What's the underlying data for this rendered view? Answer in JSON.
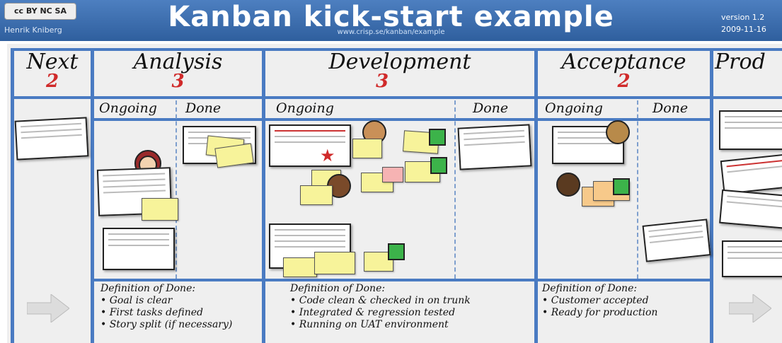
{
  "header": {
    "license_badge": "cc BY NC SA",
    "author": "Henrik Kniberg",
    "title": "Kanban kick-start  example",
    "url": "www.crisp.se/kanban/example",
    "version": "version 1.2",
    "date": "2009-11-16"
  },
  "columns": {
    "next": {
      "title": "Next",
      "limit": "2"
    },
    "analysis": {
      "title": "Analysis",
      "limit": "3",
      "ongoing": "Ongoing",
      "done": "Done"
    },
    "development": {
      "title": "Development",
      "limit": "3",
      "ongoing": "Ongoing",
      "done": "Done"
    },
    "acceptance": {
      "title": "Acceptance",
      "limit": "2",
      "ongoing": "Ongoing",
      "done": "Done"
    },
    "production": {
      "title": "Prod"
    }
  },
  "dod": {
    "analysis": {
      "heading": "Definition of Done:",
      "items": [
        "• Goal is clear",
        "• First tasks defined",
        "• Story split (if necessary)"
      ]
    },
    "development": {
      "heading": "Definition of Done:",
      "items": [
        "• Code clean & checked in on trunk",
        "• Integrated & regression tested",
        "• Running on UAT environment"
      ]
    },
    "acceptance": {
      "heading": "Definition of Done:",
      "items": [
        "• Customer accepted",
        "• Ready for production"
      ]
    }
  },
  "colors": {
    "header": "#2f5f9e",
    "lines": "#4a7bc2",
    "limit": "#d02a2a",
    "sticky": "#f7f39a",
    "task_done": "#3cb34a"
  }
}
